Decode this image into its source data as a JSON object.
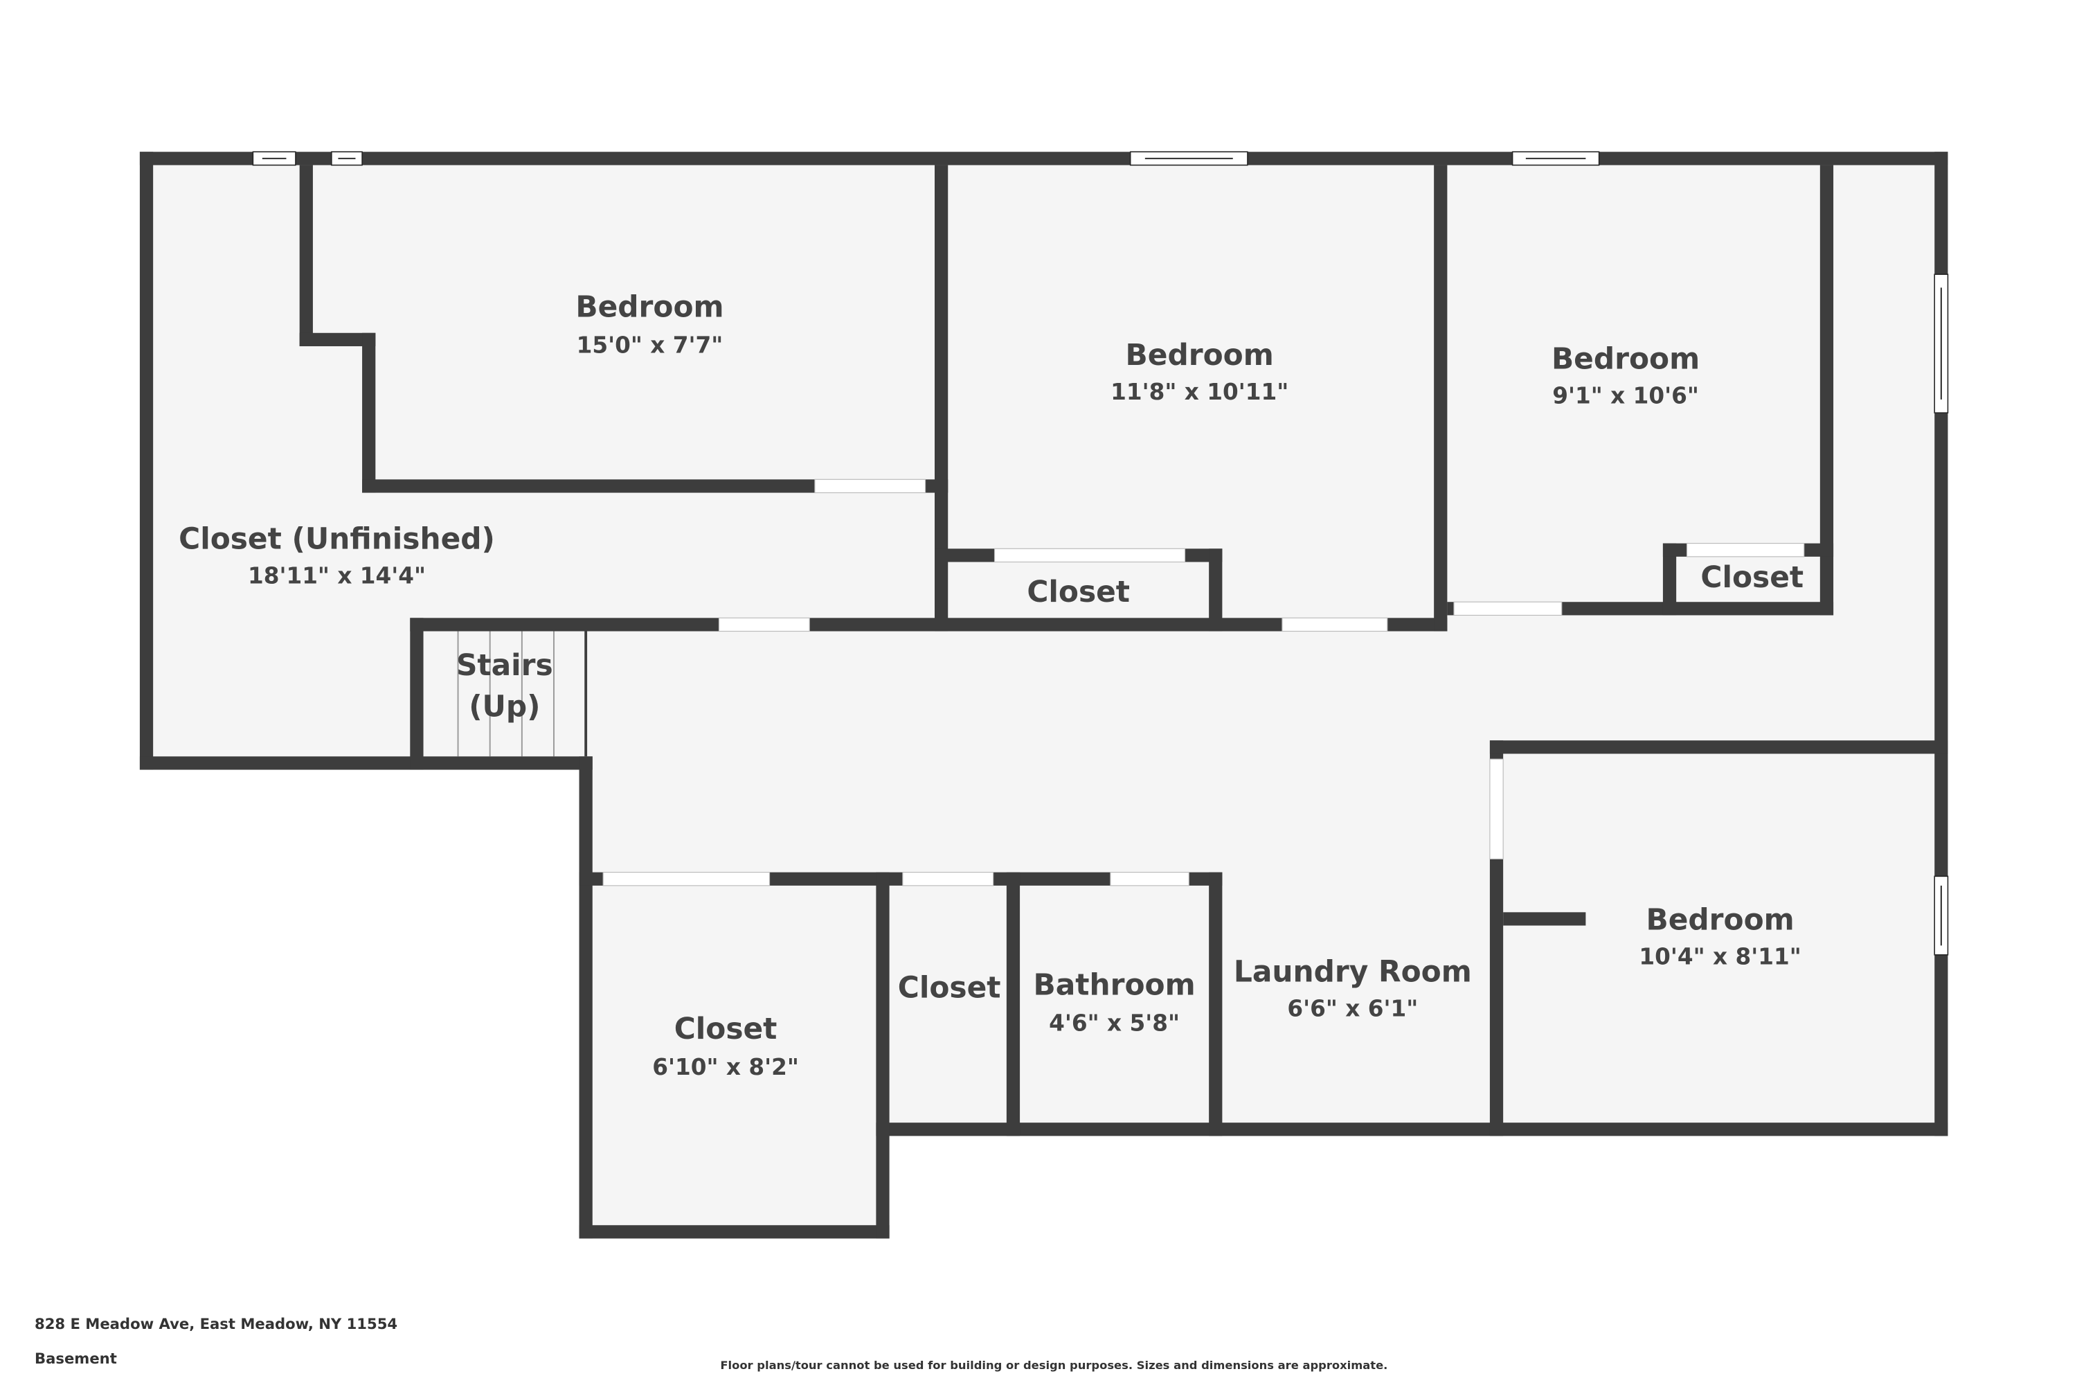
{
  "floor": {
    "level": "Basement",
    "address": "828 E Meadow Ave, East Meadow, NY 11554",
    "disclaimer": "Floor plans/tour cannot be used for building or design purposes. Sizes and dimensions are approximate.",
    "colors": {
      "wall": "#3d3d3d",
      "floor": "#f5f5f5",
      "text": "#444444"
    }
  },
  "rooms": [
    {
      "name": "Bedroom",
      "dims": "15'0\" x 7'7\""
    },
    {
      "name": "Bedroom",
      "dims": "11'8\" x 10'11\""
    },
    {
      "name": "Bedroom",
      "dims": "9'1\" x 10'6\""
    },
    {
      "name": "Closet (Unfinished)",
      "dims": "18'11\" x 14'4\""
    },
    {
      "name": "Closet",
      "dims": ""
    },
    {
      "name": "Closet",
      "dims": ""
    },
    {
      "name": "Stairs",
      "dims": "(Up)"
    },
    {
      "name": "Bedroom",
      "dims": "10'4\" x 8'11\""
    },
    {
      "name": "Laundry Room",
      "dims": "6'6\" x 6'1\""
    },
    {
      "name": "Bathroom",
      "dims": "4'6\" x 5'8\""
    },
    {
      "name": "Closet",
      "dims": ""
    },
    {
      "name": "Closet",
      "dims": "6'10\" x 8'2\""
    }
  ]
}
